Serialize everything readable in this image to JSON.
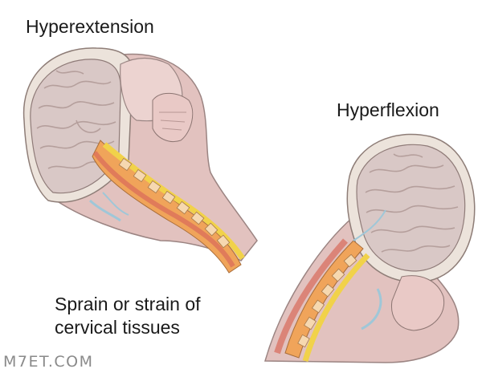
{
  "labels": {
    "hyperextension": "Hyperextension",
    "hyperflexion": "Hyperflexion",
    "caption_line1": "Sprain or strain of",
    "caption_line2": "cervical tissues"
  },
  "watermark": "M7ET.COM",
  "colors": {
    "brain": "#d9c8c6",
    "brain_fold": "#b59f9c",
    "skull": "#e9e0d8",
    "tissue": "#e2c2bf",
    "spinal_cord": "#f1d24a",
    "vertebrae": "#f0a45a",
    "muscle": "#d86a5a",
    "nerve": "#9fc7d8"
  }
}
